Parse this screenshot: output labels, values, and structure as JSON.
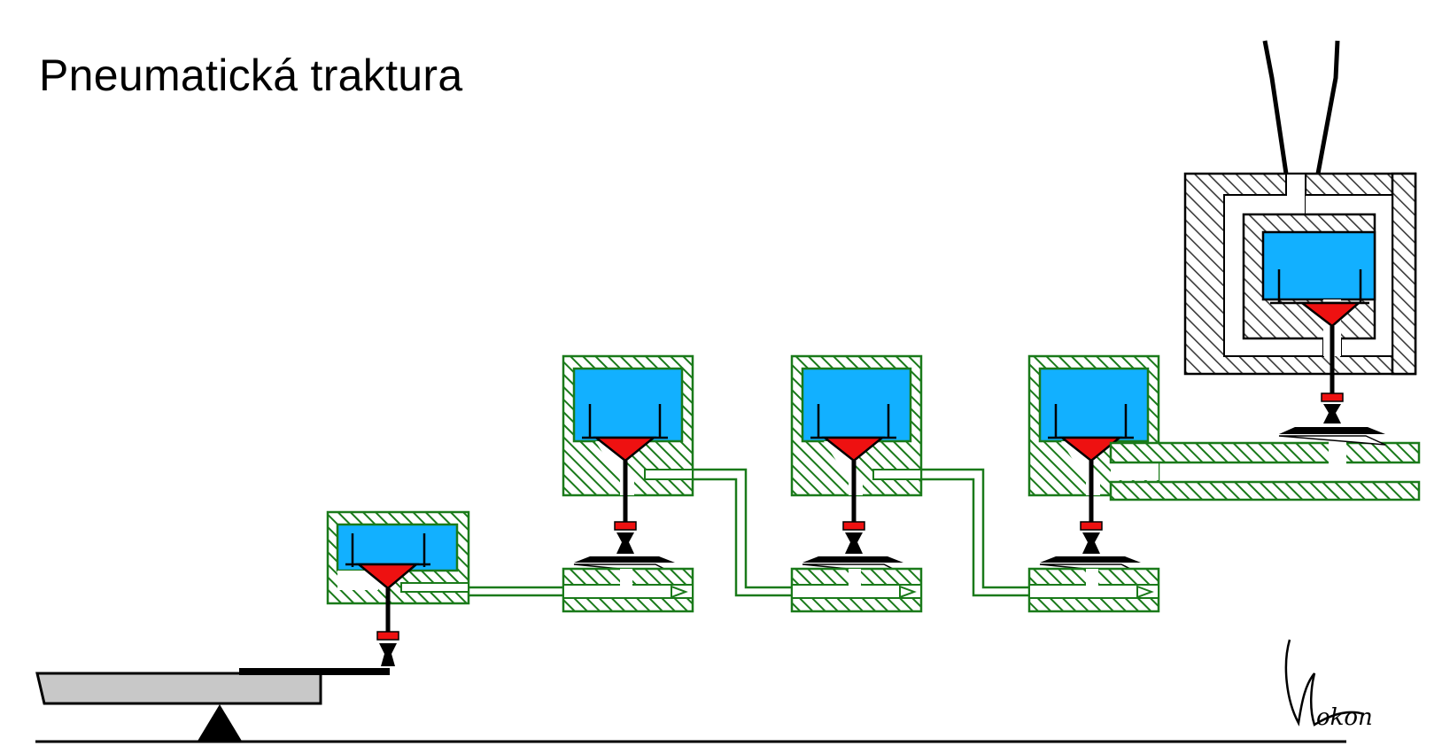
{
  "title": "Pneumatická traktura",
  "signature": "Kokon",
  "colors": {
    "wall_green": "#1a7a1a",
    "chamber_blue": "#12b0ff",
    "valve_red": "#ee1111",
    "pipe_gray": "#3a3a3a",
    "key_gray": "#c8c8c8",
    "ink": "#000000"
  },
  "parts": {
    "relay_count": 4,
    "pipe_count": 1,
    "key_count": 1
  }
}
